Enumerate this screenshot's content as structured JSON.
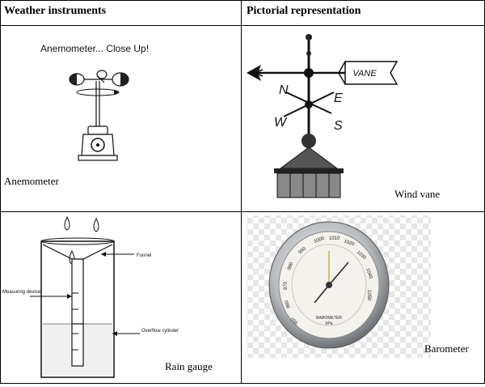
{
  "table": {
    "headers": [
      "Weather instruments",
      "Pictorial representation"
    ],
    "cells": {
      "anemometer": {
        "caption": "Anemometer... Close Up!",
        "label": "Anemometer"
      },
      "wind_vane": {
        "vane_text": "VANE",
        "letters": [
          "N",
          "E",
          "W",
          "S"
        ],
        "label": "Wind vane"
      },
      "rain_gauge": {
        "callouts": [
          "Funnel",
          "Measuring device",
          "Overflow cylinder"
        ],
        "label": "Rain gauge"
      },
      "barometer": {
        "dial_numbers": [
          "1000",
          "1010",
          "1020",
          "1030",
          "1040",
          "1050",
          "990",
          "980",
          "970",
          "960",
          "950"
        ],
        "dial_text": [
          "BAROMETER",
          "hPa"
        ],
        "label": "Barometer"
      }
    }
  },
  "colors": {
    "border": "#000000",
    "metal": "#c8cacc",
    "dial": "#f4f2ec",
    "checker": "#e6e6e6"
  }
}
